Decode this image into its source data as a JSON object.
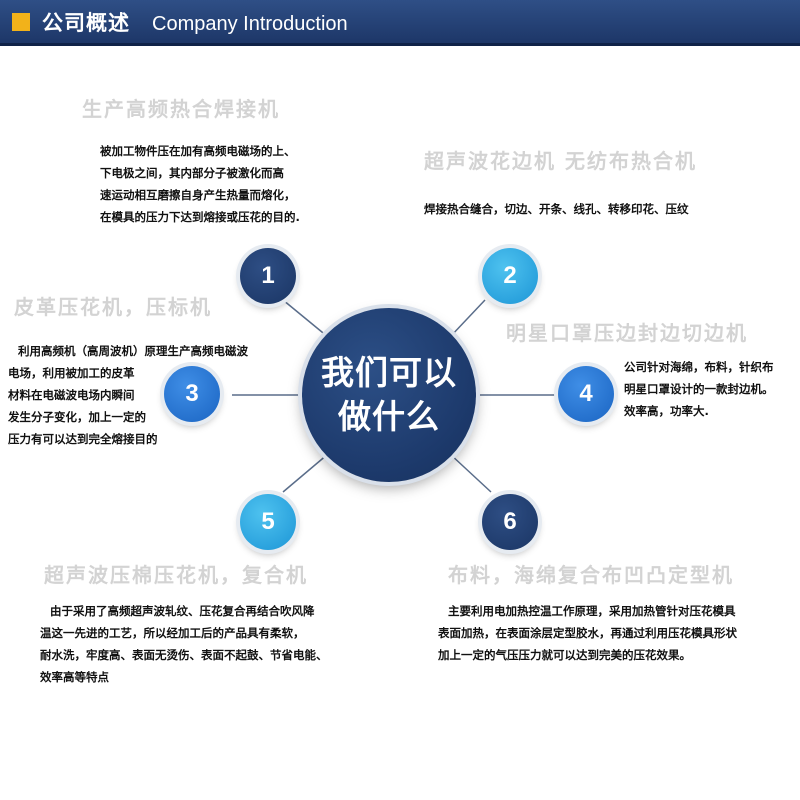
{
  "header": {
    "title_cn": "公司概述",
    "title_en": "Company Introduction",
    "marker_color": "#f2b21a",
    "bar_color": "#1c3566"
  },
  "hub": {
    "line1": "我们可以",
    "line2": "做什么"
  },
  "items": [
    {
      "number": "1",
      "title": "生产高频热合焊接机",
      "desc": [
        "被加工物件压在加有高频电磁场的上、",
        "下电极之间，其内部分子被激化而高",
        "速运动相互磨擦自身产生热量而熔化，",
        "在模具的压力下达到熔接或压花的目的."
      ]
    },
    {
      "number": "2",
      "title": "超声波花边机 无纺布热合机",
      "desc": [
        "焊接热合缝合，切边、开条、线孔、转移印花、压纹"
      ]
    },
    {
      "number": "3",
      "title": "皮革压花机，压标机",
      "desc": [
        "利用高频机（高周波机）原理生产高频电磁波",
        "电场，利用被加工的皮革",
        "材料在电磁波电场内瞬间",
        "发生分子变化，加上一定的",
        "压力有可以达到完全熔接目的"
      ]
    },
    {
      "number": "4",
      "title": "明星口罩压边封边切边机",
      "desc": [
        "公司针对海绵，布料，针织布",
        "明星口罩设计的一款封边机。",
        "效率高，功率大."
      ]
    },
    {
      "number": "5",
      "title": "超声波压棉压花机，复合机",
      "desc": [
        "由于采用了高频超声波轧纹、压花复合再结合吹风降",
        "温这一先进的工艺，所以经加工后的产品具有柔软，",
        "耐水洗，牢度高、表面无烫伤、表面不起鼓、节省电能、",
        "效率高等特点"
      ]
    },
    {
      "number": "6",
      "title": "布料，海绵复合布凹凸定型机",
      "desc": [
        "主要利用电加热控温工作原理，采用加热管针对压花模具",
        "表面加热，在表面涂层定型胶水，再通过利用压花模具形状",
        "加上一定的气压压力就可以达到完美的压花效果。"
      ]
    }
  ]
}
